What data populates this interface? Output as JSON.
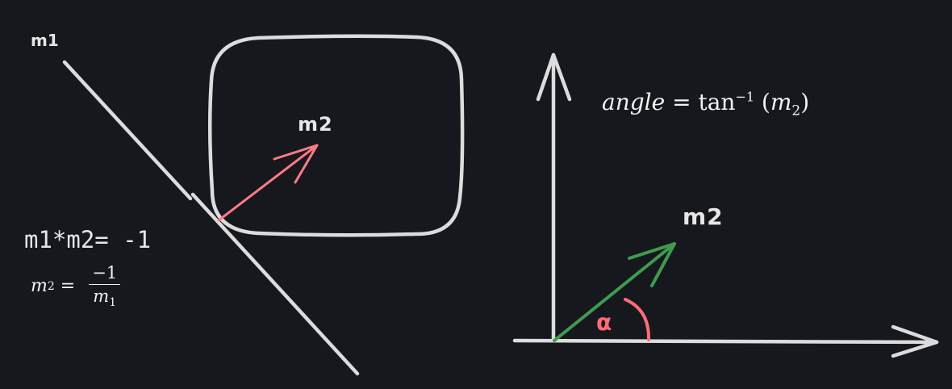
{
  "labels": {
    "m1": "m1",
    "m2_box": "m2",
    "m2_right": "m2",
    "alpha": "α"
  },
  "equations": {
    "product": "m1*m2= -1",
    "m2_lhs_var": "m",
    "m2_lhs_sub": "2",
    "m2_eq_sign": " = ",
    "m2_num": "−1",
    "m2_den_var": "m",
    "m2_den_sub": "1",
    "angle_word": "angle",
    "angle_eq": " = tan",
    "angle_sup": "−1",
    "angle_open": " (",
    "angle_var": "m",
    "angle_sub": "2",
    "angle_close": ")"
  },
  "colors": {
    "background": "#16181d",
    "stroke": "#dcdcdc",
    "vector_red": "#ff7a85",
    "vector_green": "#3f9b4f",
    "angle_arc": "#ff6b78",
    "text": "#e6e6e6"
  }
}
